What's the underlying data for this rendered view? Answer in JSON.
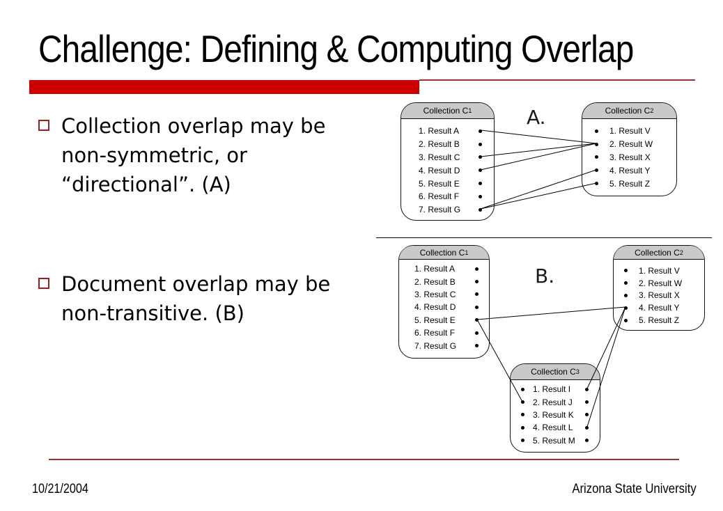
{
  "slide": {
    "title": "Challenge: Defining & Computing Overlap",
    "footer_date": "10/21/2004",
    "footer_org": "Arizona State University"
  },
  "colors": {
    "accent_bar_red": "#cc0000",
    "thin_line_red": "#993333",
    "bullet_square_red": "#9e1e1e",
    "box_header_gray": "#c9c9c9"
  },
  "bullets": [
    {
      "lines": [
        "Collection overlap may be",
        "non-symmetric, or",
        "“directional”. (A)"
      ]
    },
    {
      "lines": [
        "Document overlap may be",
        "non-transitive. (B)"
      ]
    }
  ],
  "diagram_a": {
    "label": "A.",
    "c1": {
      "title": "Collection C",
      "sub": "1",
      "items": [
        "1. Result A",
        "2. Result B",
        "3. Result C",
        "4. Result D",
        "5. Result E",
        "6. Result F",
        "7. Result G"
      ]
    },
    "c2": {
      "title": "Collection C",
      "sub": "2",
      "items": [
        "1. Result V",
        "2. Result W",
        "3. Result X",
        "4. Result Y",
        "5. Result Z"
      ]
    },
    "connections": [
      {
        "from": "C1:Result A",
        "to": "C2:Result W"
      },
      {
        "from": "C1:Result C",
        "to": "C2:Result W"
      },
      {
        "from": "C1:Result D",
        "to": "C2:Result W"
      },
      {
        "from": "C1:Result G",
        "to": "C2:Result Y"
      },
      {
        "from": "C1:Result G",
        "to": "C2:Result Z"
      }
    ]
  },
  "diagram_b": {
    "label": "B.",
    "c1": {
      "title": "Collection C",
      "sub": "1",
      "items": [
        "1. Result A",
        "2. Result B",
        "3. Result C",
        "4. Result D",
        "5. Result E",
        "6. Result F",
        "7. Result G"
      ]
    },
    "c2": {
      "title": "Collection C",
      "sub": "2",
      "items": [
        "1. Result V",
        "2. Result W",
        "3. Result X",
        "4. Result Y",
        "5. Result Z"
      ]
    },
    "c3": {
      "title": "Collection C",
      "sub": "3",
      "items": [
        "1. Result I",
        "2. Result J",
        "3. Result K",
        "4. Result L",
        "5. Result M"
      ]
    },
    "connections": [
      {
        "from": "C1:Result E",
        "to": "C2:Result Y"
      },
      {
        "from": "C1:Result E",
        "to": "C3:Result J"
      },
      {
        "from": "C2:Result Y",
        "to": "C3:Result I"
      },
      {
        "from": "C2:Result Y",
        "to": "C3:Result L"
      }
    ]
  },
  "render_lines": [
    [
      690,
      187,
      856,
      206
    ],
    [
      690,
      225,
      856,
      206
    ],
    [
      690,
      244,
      856,
      206
    ],
    [
      690,
      300,
      856,
      244
    ],
    [
      690,
      300,
      856,
      263
    ],
    [
      685,
      459,
      898,
      441
    ],
    [
      685,
      459,
      750,
      577
    ],
    [
      898,
      441,
      843,
      558
    ],
    [
      898,
      441,
      843,
      613
    ]
  ]
}
